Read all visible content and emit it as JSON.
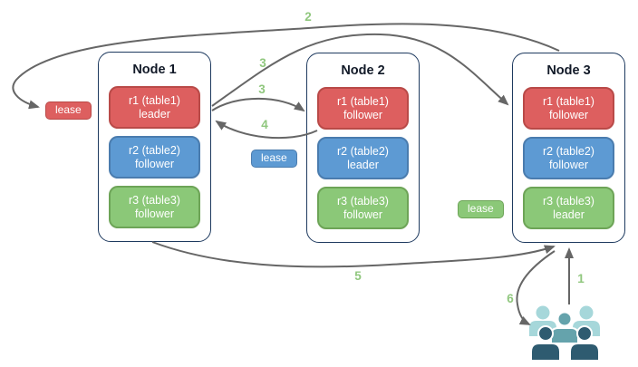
{
  "diagram": {
    "nodes": [
      {
        "title": "Node 1",
        "replicas": [
          {
            "name": "r1 (table1)",
            "role": "leader",
            "color": "red"
          },
          {
            "name": "r2 (table2)",
            "role": "follower",
            "color": "blue"
          },
          {
            "name": "r3 (table3)",
            "role": "follower",
            "color": "green"
          }
        ]
      },
      {
        "title": "Node 2",
        "replicas": [
          {
            "name": "r1 (table1)",
            "role": "follower",
            "color": "red"
          },
          {
            "name": "r2 (table2)",
            "role": "leader",
            "color": "blue"
          },
          {
            "name": "r3 (table3)",
            "role": "follower",
            "color": "green"
          }
        ]
      },
      {
        "title": "Node 3",
        "replicas": [
          {
            "name": "r1 (table1)",
            "role": "follower",
            "color": "red"
          },
          {
            "name": "r2 (table2)",
            "role": "follower",
            "color": "blue"
          },
          {
            "name": "r3 (table3)",
            "role": "leader",
            "color": "green"
          }
        ]
      }
    ],
    "leases": {
      "red": {
        "label": "lease"
      },
      "blue": {
        "label": "lease"
      },
      "green": {
        "label": "lease"
      }
    },
    "arrow_labels": {
      "n1": "1",
      "n2": "2",
      "n3a": "3",
      "n3b": "3",
      "n4": "4",
      "n5": "5",
      "n6": "6"
    },
    "icons": {
      "users": "users-group-icon"
    },
    "colors": {
      "node-border": "#1e3a5f",
      "title-color": "#121a28",
      "red-fill": "#dd5f5f",
      "red-stroke": "#b94a48",
      "blue-fill": "#5d9ad3",
      "blue-stroke": "#4a7cae",
      "green-fill": "#8bc878",
      "green-stroke": "#6da457",
      "arrow": "#666666",
      "label-green": "#90c77e",
      "users-light": "#a6d7da",
      "users-mid": "#65a3ac",
      "users-dark": "#2e5b70"
    }
  }
}
